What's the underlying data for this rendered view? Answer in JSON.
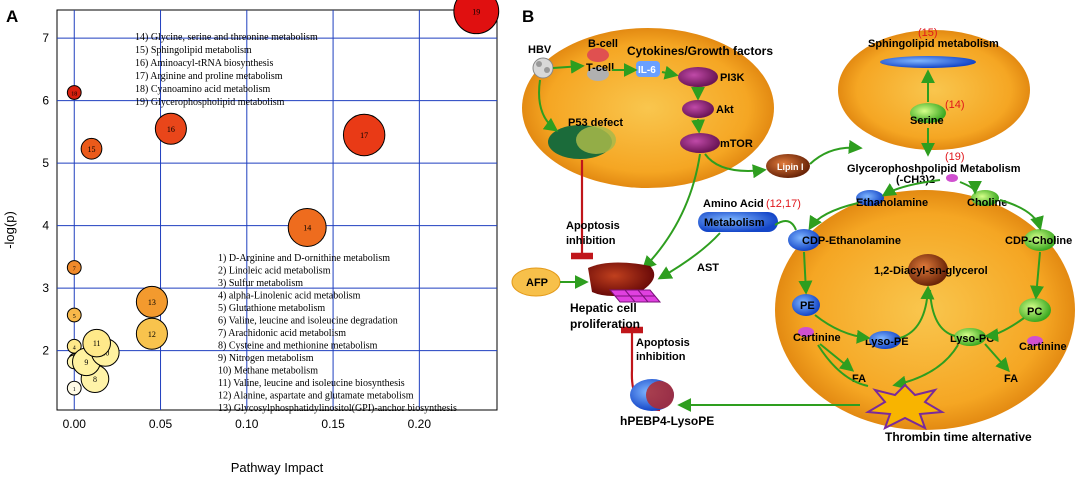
{
  "panelA": {
    "letter": "A",
    "chart_data": {
      "type": "scatter",
      "xlabel": "Pathway Impact",
      "ylabel": "-log(p)",
      "xlim": [
        -0.01,
        0.245
      ],
      "ylim": [
        1.05,
        7.45
      ],
      "xticks": [
        0.0,
        0.05,
        0.1,
        0.15,
        0.2
      ],
      "xtick_labels": [
        "0.00",
        "0.05",
        "0.10",
        "0.15",
        "0.20"
      ],
      "yticks": [
        2,
        3,
        4,
        5,
        6,
        7
      ],
      "ytick_labels": [
        "2",
        "3",
        "4",
        "5",
        "6",
        "7"
      ],
      "grid": true,
      "points": [
        {
          "label": "1",
          "x": 0.0,
          "y": 1.4,
          "r": 0.004,
          "color": "#fffbe6"
        },
        {
          "label": "2",
          "x": 0.0,
          "y": 1.82,
          "r": 0.003,
          "color": "#fff6b0"
        },
        {
          "label": "3",
          "x": 0.0,
          "y": 1.87,
          "r": 0.003,
          "color": "#fff6b0"
        },
        {
          "label": "4",
          "x": 0.0,
          "y": 2.07,
          "r": 0.004,
          "color": "#ffe98a"
        },
        {
          "label": "5",
          "x": 0.0,
          "y": 2.57,
          "r": 0.004,
          "color": "#f8b84a"
        },
        {
          "label": "6",
          "x": 0.0,
          "y": 1.82,
          "r": 0.004,
          "color": "#fff6b0"
        },
        {
          "label": "7",
          "x": 0.0,
          "y": 3.33,
          "r": 0.004,
          "color": "#f08a2a"
        },
        {
          "label": "8",
          "x": 0.012,
          "y": 1.55,
          "r": 0.008,
          "color": "#fff3a8"
        },
        {
          "label": "9",
          "x": 0.007,
          "y": 1.82,
          "r": 0.008,
          "color": "#fff2a0"
        },
        {
          "label": "10",
          "x": 0.018,
          "y": 1.97,
          "r": 0.008,
          "color": "#fff2a0"
        },
        {
          "label": "11",
          "x": 0.013,
          "y": 2.12,
          "r": 0.008,
          "color": "#ffe98a"
        },
        {
          "label": "12",
          "x": 0.045,
          "y": 2.27,
          "r": 0.009,
          "color": "#f8c34d"
        },
        {
          "label": "13",
          "x": 0.045,
          "y": 2.78,
          "r": 0.009,
          "color": "#f39a2e"
        },
        {
          "label": "14",
          "x": 0.135,
          "y": 3.97,
          "r": 0.011,
          "color": "#ee6c1e"
        },
        {
          "label": "15",
          "x": 0.01,
          "y": 5.23,
          "r": 0.006,
          "color": "#eb5a1a"
        },
        {
          "label": "16",
          "x": 0.056,
          "y": 5.55,
          "r": 0.009,
          "color": "#e9461a"
        },
        {
          "label": "17",
          "x": 0.168,
          "y": 5.45,
          "r": 0.012,
          "color": "#e93a16"
        },
        {
          "label": "18",
          "x": 0.0,
          "y": 6.13,
          "r": 0.004,
          "color": "#d8200e"
        },
        {
          "label": "19",
          "x": 0.233,
          "y": 7.43,
          "r": 0.013,
          "color": "#e01010"
        }
      ]
    },
    "legend_top": [
      "14)    Glycine, serine and threonine metabolism",
      "15)    Sphingolipid metabolism",
      "16)    Aminoacyl-tRNA biosynthesis",
      "17)    Arginine and proline metabolism",
      "18)    Cyanoamino acid metabolism",
      "19)    Glycerophospholipid metabolism"
    ],
    "legend_bottom": [
      "1)    D-Arginine and D-ornithine metabolism",
      "2)    Linoleic acid metabolism",
      "3)    Sulfur metabolism",
      "4)    alpha-Linolenic acid metabolism",
      "5)    Glutathione metabolism",
      "6)    Valine, leucine and isoleucine degradation",
      "7)    Arachidonic acid metabolism",
      "8)    Cysteine and methionine metabolism",
      "9)    Nitrogen metabolism",
      "10)    Methane metabolism",
      "11)    Valine, leucine and isoleucine biosynthesis",
      "12)    Alanine, aspartate and glutamate metabolism",
      "13)    Glycosylphosphatidylinositol(GPI)-anchor biosynthesis"
    ]
  },
  "panelB": {
    "letter": "B",
    "labels": {
      "hbv": "HBV",
      "bcell": "B-cell",
      "tcell": "T-cell",
      "il6": "IL-6",
      "cytokines": "Cytokines/Growth factors",
      "pi3k": "PI3K",
      "akt": "Akt",
      "mtor": "mTOR",
      "p53": "P53 defect",
      "lipin": "Lipin I",
      "sphingo_num": "(15)",
      "sphingo": "Sphingolipid metabolism",
      "serine": "Serine",
      "serine_num": "(14)",
      "glycero_num": "(19)",
      "glycero": "Glycerophoshpolipid Metabolism",
      "ch3": "(-CH3)2",
      "ethanolamine": "Ethanolamine",
      "choline": "Choline",
      "cdp_eth": "CDP-Ethanolamine",
      "cdp_cho": "CDP-Choline",
      "diacyl": "1,2-Diacyl-sn-glycerol",
      "pe": "PE",
      "pc": "PC",
      "cartinine1": "Cartinine",
      "lyso_pe": "Lyso-PE",
      "lyso_pc": "Lyso-PC",
      "cartinine2": "Cartinine",
      "fa1": "FA",
      "fa2": "FA",
      "amino_acid": "Amino Acid",
      "amino_num": "(12,17)",
      "metabolism": "Metabolism",
      "apoptosis1a": "Apoptosis",
      "apoptosis1b": "inhibition",
      "ast": "AST",
      "afp": "AFP",
      "hepatic1": "Hepatic cell",
      "hepatic2": "proliferation",
      "apoptosis2a": "Apoptosis",
      "apoptosis2b": "inhibition",
      "hpebp4": "hPEBP4-LysoPE",
      "thrombin": "Thrombin time alternative"
    },
    "colors": {
      "cell_outer": "#f5a623",
      "cell_inner": "#f7c04a",
      "arrow_green": "#2e9e1f",
      "inhibit_red": "#c0161b",
      "accent_red": "#e0161b"
    }
  }
}
